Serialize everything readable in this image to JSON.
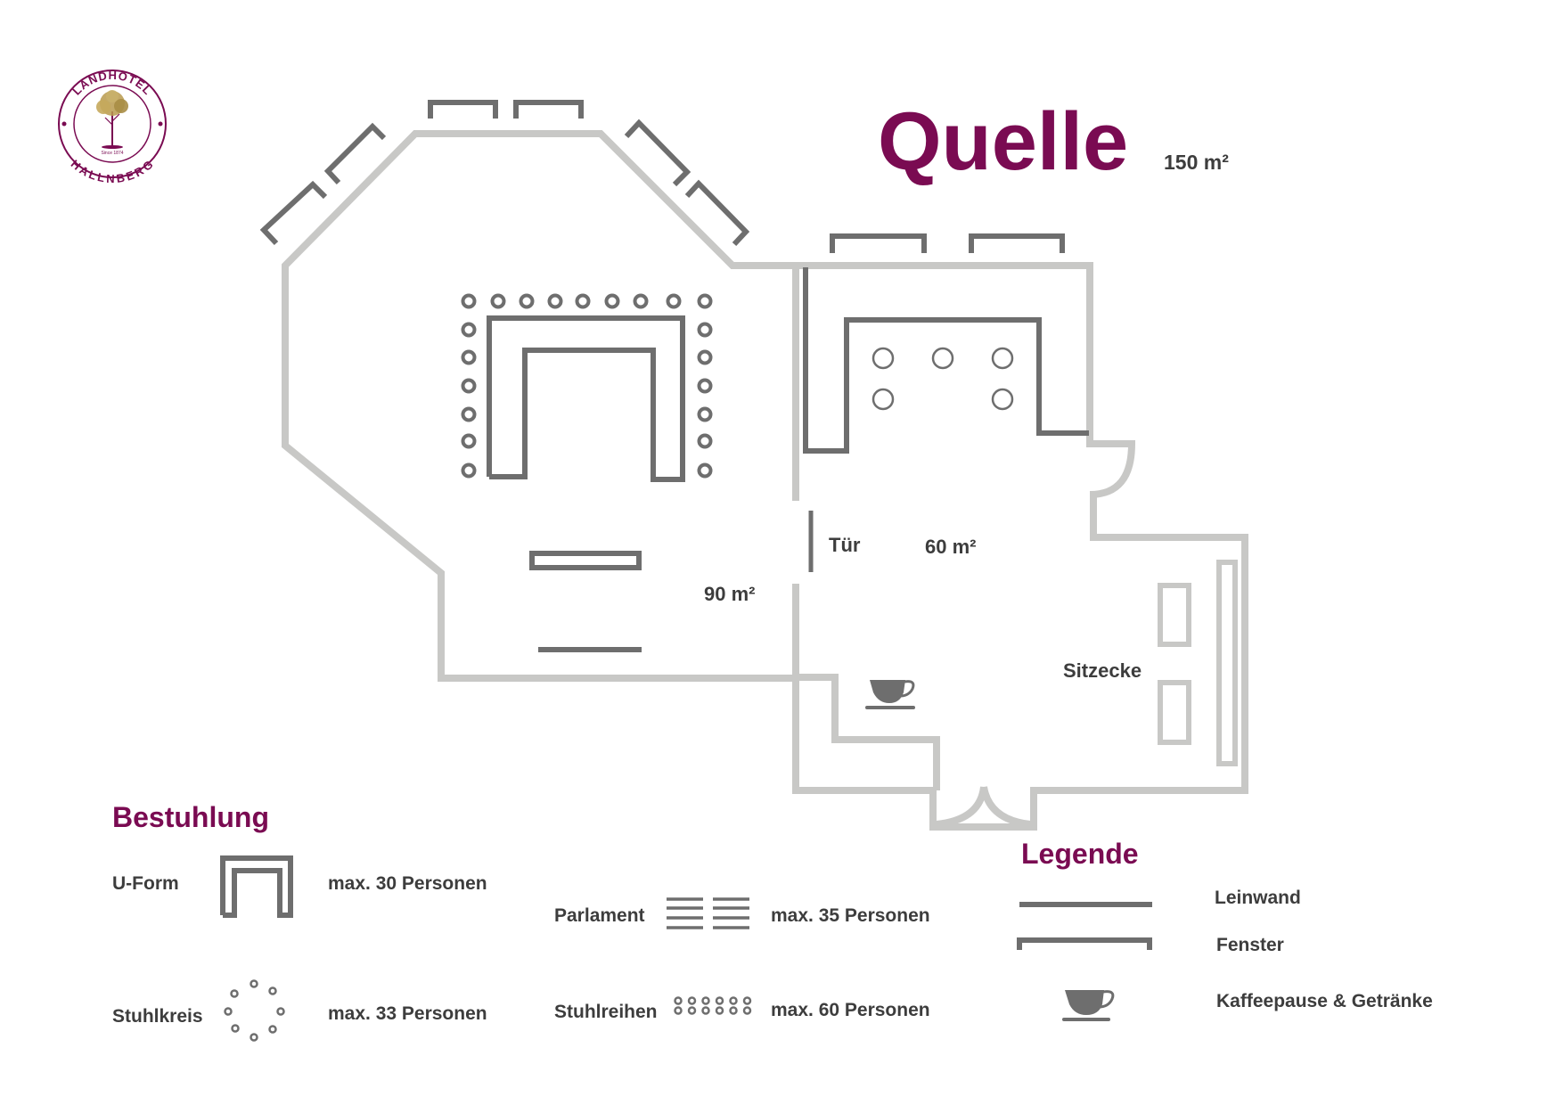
{
  "logo": {
    "top_text": "LANDHOTEL",
    "bottom_text": "HALLNBERG",
    "since": "Since 1874"
  },
  "header": {
    "title": "Quelle",
    "total_area": "150 m²"
  },
  "rooms": {
    "left_area": "90 m²",
    "right_area": "60 m²",
    "door_label": "Tür",
    "lounge_label": "Sitzecke"
  },
  "seating": {
    "heading": "Bestuhlung",
    "items": [
      {
        "label": "U-Form",
        "capacity": "max. 30 Personen",
        "icon": "u-shape-table-icon"
      },
      {
        "label": "Stuhlkreis",
        "capacity": "max. 33 Personen",
        "icon": "chair-circle-icon"
      },
      {
        "label": "Parlament",
        "capacity": "max. 35 Personen",
        "icon": "parliament-rows-icon"
      },
      {
        "label": "Stuhlreihen",
        "capacity": "max. 60 Personen",
        "icon": "chair-rows-icon"
      }
    ]
  },
  "legend": {
    "heading": "Legende",
    "items": [
      {
        "label": "Leinwand",
        "icon": "screen-line-icon"
      },
      {
        "label": "Fenster",
        "icon": "window-bracket-icon"
      },
      {
        "label": "Kaffeepause & Getränke",
        "icon": "coffee-cup-icon"
      }
    ]
  },
  "colors": {
    "accent": "#7a0b52",
    "wall": "#c8c8c6",
    "furniture": "#6e6e6e",
    "text": "#3d3d3d"
  }
}
